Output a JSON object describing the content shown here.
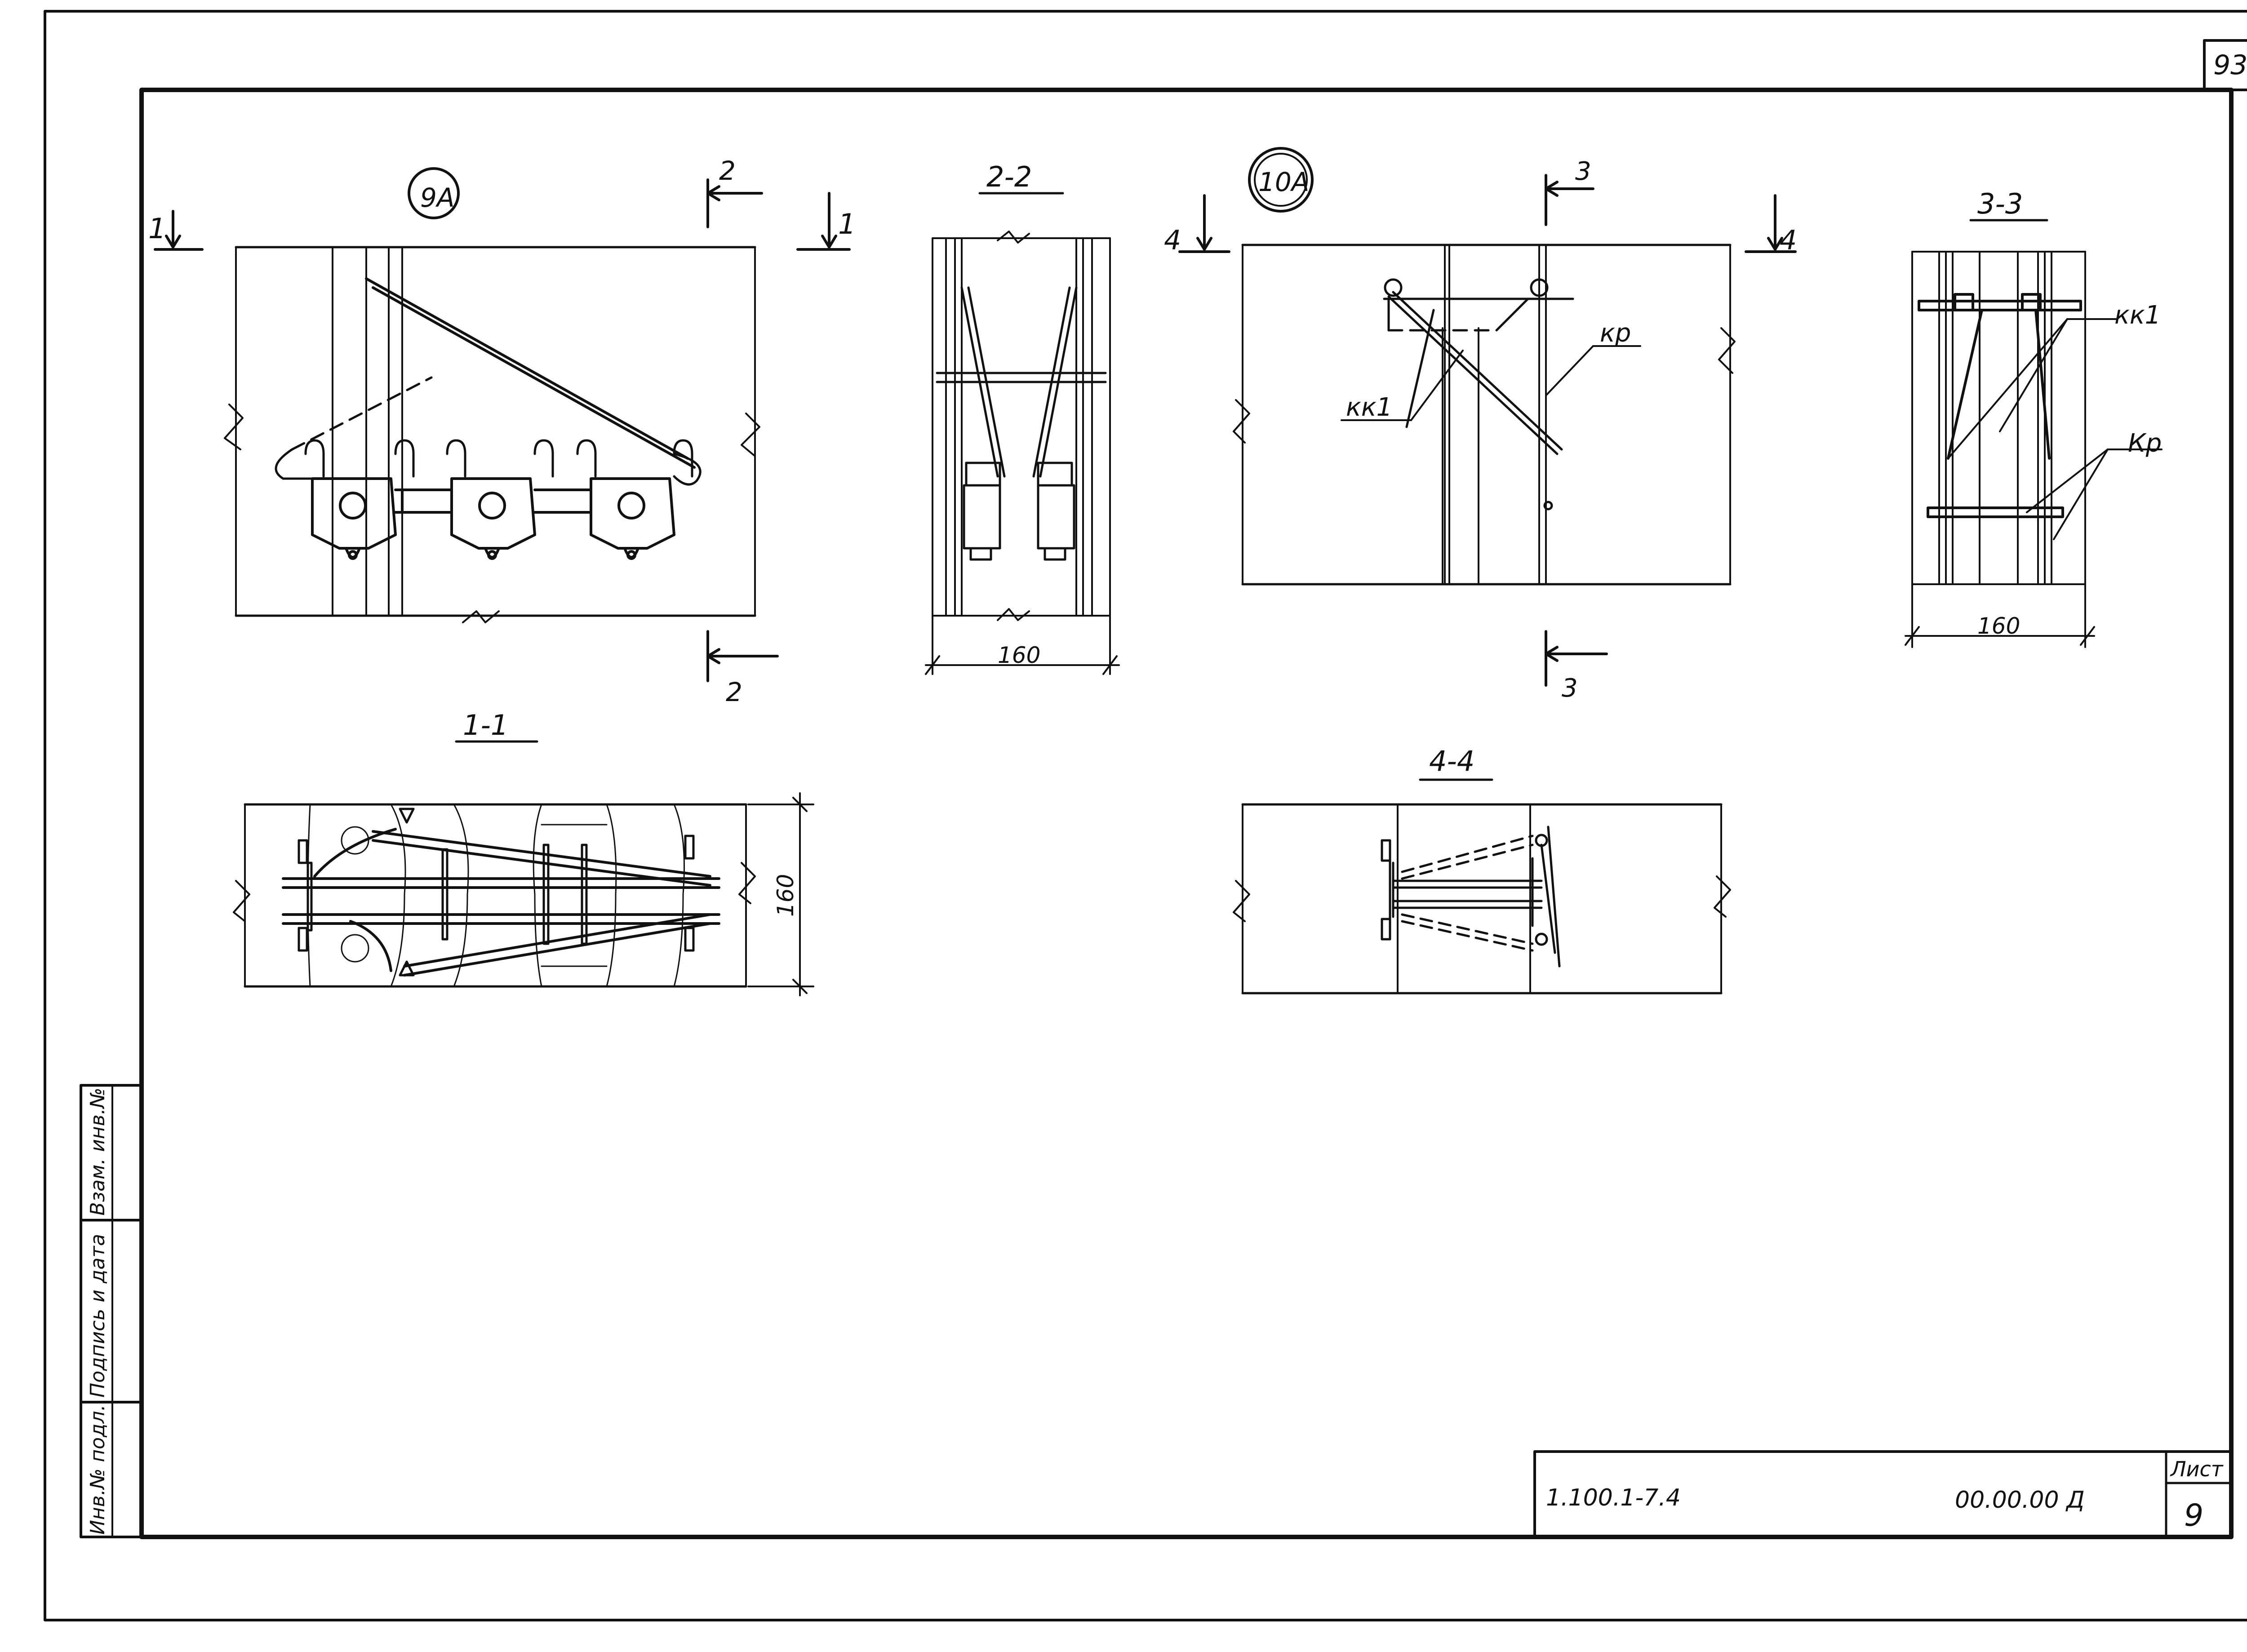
{
  "sheet": {
    "page_number": "93",
    "doc_code": "1.100.1-7.4",
    "drawing_code": "00.00.00 Д",
    "sheet_label": "Лист",
    "sheet_no": "9"
  },
  "side_stamp": {
    "inv_orig": "Инв.№ подл.",
    "sign_date": "Подпись и дата",
    "replace_inv": "Взам. инв.№"
  },
  "views": {
    "node_9a": {
      "label": "9А",
      "cut_1": "1",
      "cut_2": "2"
    },
    "section_2_2": {
      "title": "2-2",
      "dim": "160"
    },
    "node_10a": {
      "label": "10А",
      "cut_3": "3",
      "cut_4": "4",
      "callout_kk1": "кк1",
      "callout_kp": "кр"
    },
    "section_3_3": {
      "title": "3-3",
      "dim": "160",
      "callout_kk1": "кк1",
      "callout_kp": "Кр"
    },
    "section_1_1": {
      "title": "1-1",
      "dim": "160"
    },
    "section_4_4": {
      "title": "4-4"
    }
  }
}
